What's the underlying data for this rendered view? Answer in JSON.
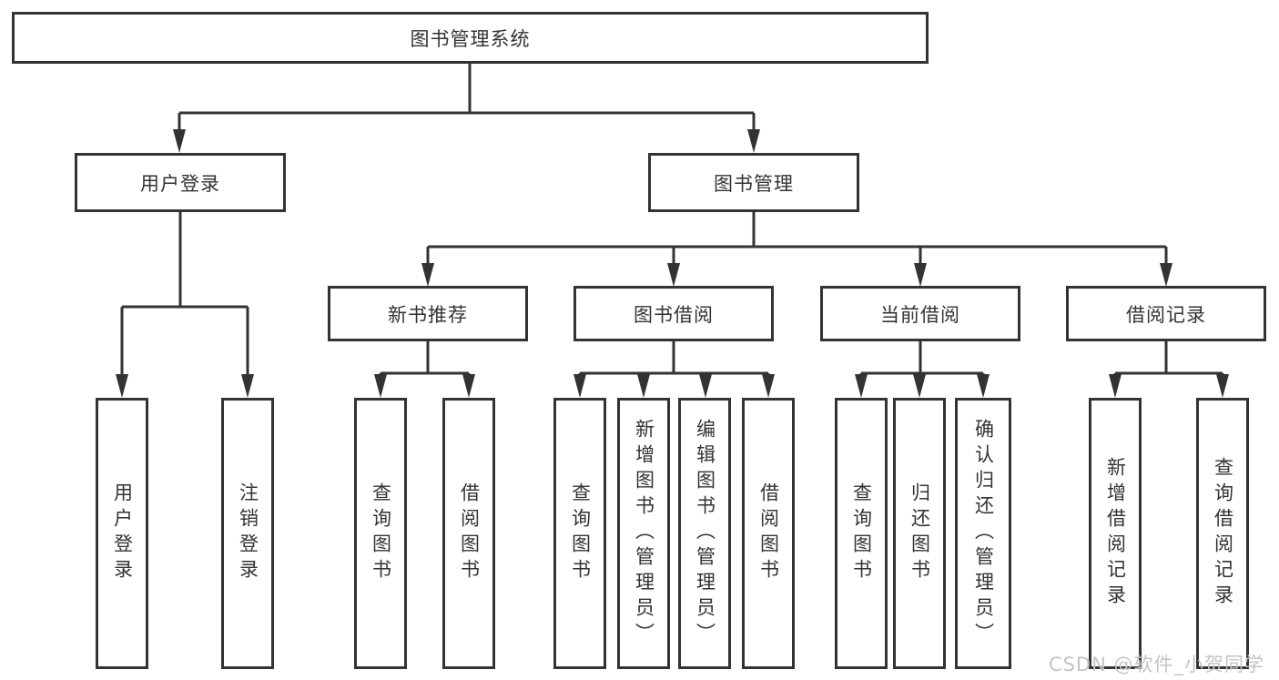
{
  "diagram": {
    "root": {
      "label": "图书管理系统",
      "children": [
        {
          "label": "用户登录",
          "children": [
            {
              "label": "用户登录"
            },
            {
              "label": "注销登录"
            }
          ]
        },
        {
          "label": "图书管理",
          "children": [
            {
              "label": "新书推荐",
              "children": [
                {
                  "label": "查询图书"
                },
                {
                  "label": "借阅图书"
                }
              ]
            },
            {
              "label": "图书借阅",
              "children": [
                {
                  "label": "查询图书"
                },
                {
                  "label": "新增图书（管理员）"
                },
                {
                  "label": "编辑图书（管理员）"
                },
                {
                  "label": "借阅图书"
                }
              ]
            },
            {
              "label": "当前借阅",
              "children": [
                {
                  "label": "查询图书"
                },
                {
                  "label": "归还图书"
                },
                {
                  "label": "确认归还（管理员）"
                }
              ]
            },
            {
              "label": "借阅记录",
              "children": [
                {
                  "label": "新增借阅记录"
                },
                {
                  "label": "查询借阅记录"
                }
              ]
            }
          ]
        }
      ]
    }
  },
  "watermark": {
    "text": "CSDN @软件_小贺同学"
  },
  "colors": {
    "line": "#333333",
    "text": "#333333",
    "box_background": "#ffffff",
    "watermark": "#c4c4c4",
    "background": "#ffffff"
  }
}
